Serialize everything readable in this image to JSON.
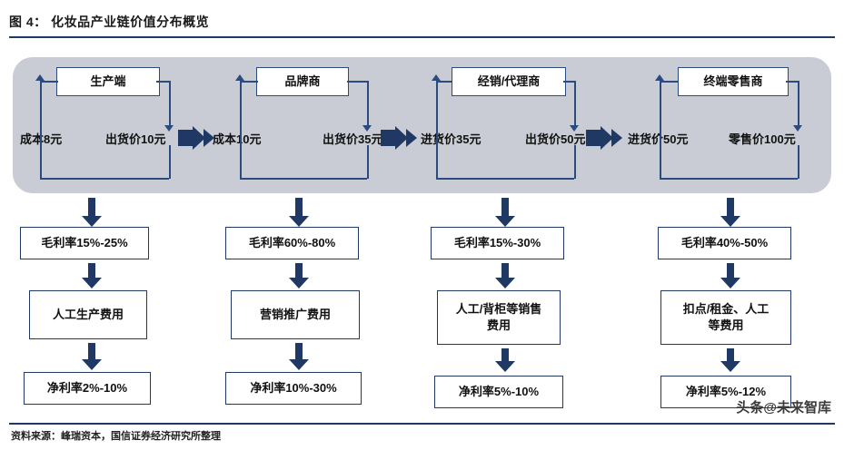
{
  "title": "图 4：  化妆品产业链价值分布概览",
  "footer": "资料来源：峰瑞资本，国信证券经济研究所整理",
  "watermark": {
    "text": "头条@未来智库",
    "logo": "头"
  },
  "colors": {
    "band": "#c9ccd4",
    "rule": "#1f3864",
    "arrow": "#1f3864",
    "box_border": "#2b4a7d"
  },
  "stages": [
    {
      "name": "生产端",
      "in_label": "成本8元",
      "out_label": "出货价10元",
      "gross": "毛利率15%-25%",
      "cost": "人工生产费用",
      "net": "净利率2%-10%"
    },
    {
      "name": "品牌商",
      "in_label": "成本10元",
      "out_label": "出货价35元",
      "gross": "毛利率60%-80%",
      "cost": "营销推广费用",
      "net": "净利率10%-30%"
    },
    {
      "name": "经销/代理商",
      "in_label": "进货价35元",
      "out_label": "出货价50元",
      "gross": "毛利率15%-30%",
      "cost": "人工/背柜等销售\n费用",
      "net": "净利率5%-10%"
    },
    {
      "name": "终端零售商",
      "in_label": "进货价50元",
      "out_label": "零售价100元",
      "gross": "毛利率40%-50%",
      "cost": "扣点/租金、人工\n等费用",
      "net": "净利率5%-12%"
    }
  ]
}
